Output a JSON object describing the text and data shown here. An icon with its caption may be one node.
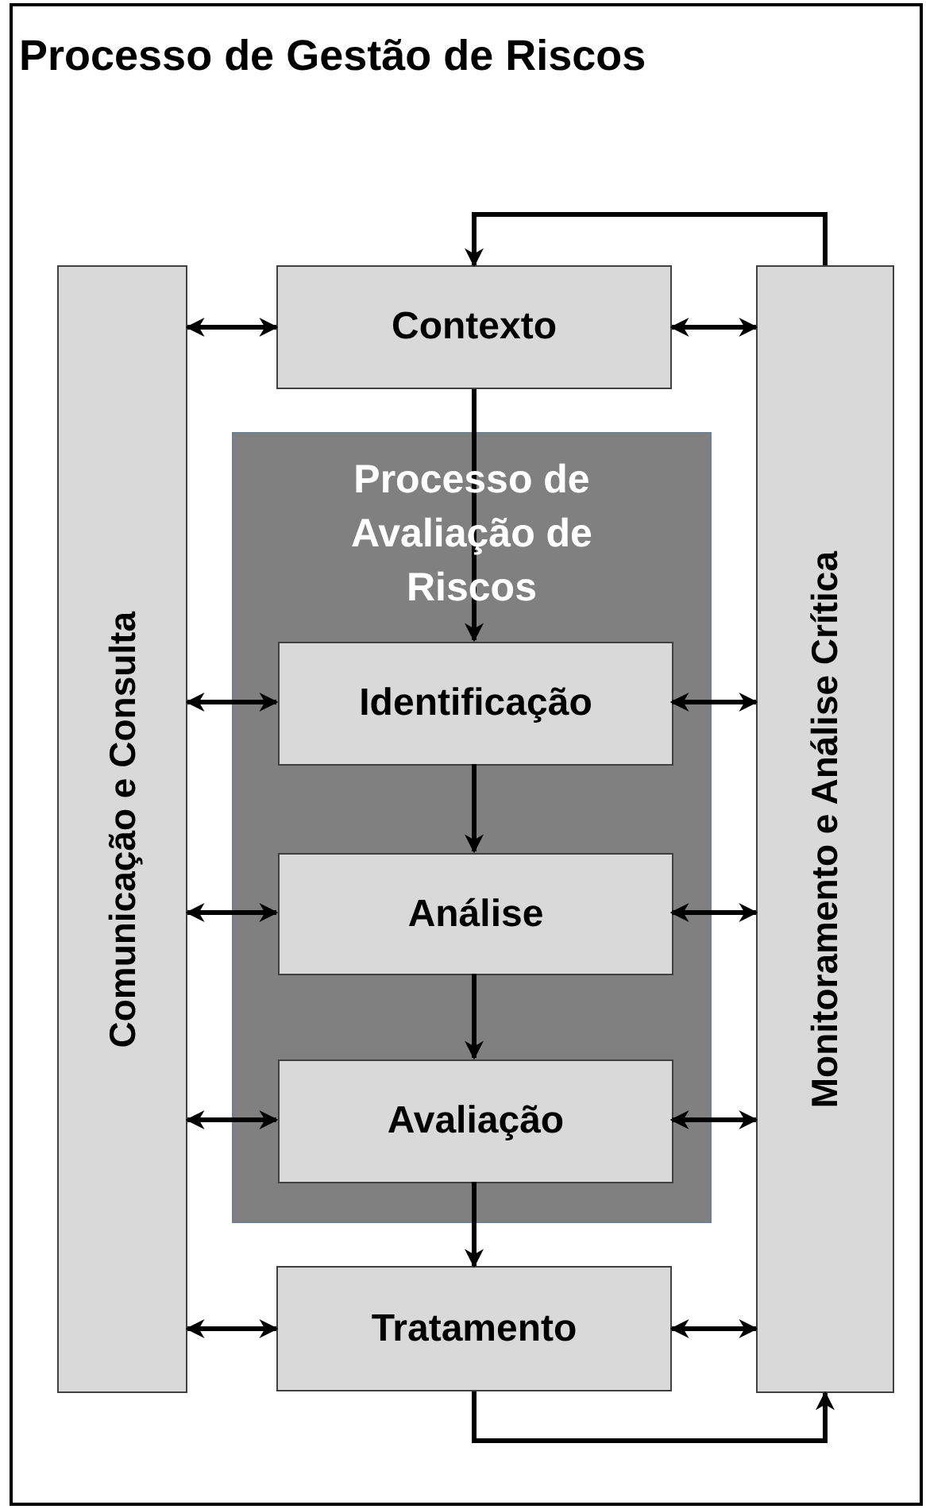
{
  "diagram": {
    "title": "Processo de Gestão de Riscos",
    "nodes": [
      {
        "text": [
          "Comunicação e Consulta"
        ]
      },
      {
        "text": [
          "Contexto"
        ]
      },
      {
        "text": [
          "Monitoramento e Análise Crítica"
        ]
      },
      {
        "text": [
          "Processo de Avaliação de Riscos"
        ]
      },
      {
        "text": [
          "Identificação"
        ],
        "in": 3
      },
      {
        "text": [
          "Análise"
        ],
        "in": 3
      },
      {
        "text": [
          "Avaliação"
        ],
        "in": 3
      },
      {
        "text": [
          "Tratamento"
        ]
      }
    ],
    "edges": [
      {
        "from": 0,
        "to": 1,
        "arrow": "both"
      },
      {
        "from": 1,
        "to": 2,
        "arrow": "both"
      },
      {
        "from": 2,
        "to": 1,
        "arrow": "to"
      },
      {
        "from": 1,
        "to": 4,
        "arrow": "to"
      },
      {
        "from": 0,
        "to": 4,
        "arrow": "both"
      },
      {
        "from": 4,
        "to": 2,
        "arrow": "both"
      },
      {
        "from": 4,
        "to": 5,
        "arrow": "to"
      },
      {
        "from": 0,
        "to": 5,
        "arrow": "both"
      },
      {
        "from": 5,
        "to": 2,
        "arrow": "both"
      },
      {
        "from": 5,
        "to": 6,
        "arrow": "to"
      },
      {
        "from": 0,
        "to": 6,
        "arrow": "both"
      },
      {
        "from": 6,
        "to": 2,
        "arrow": "both"
      },
      {
        "from": 6,
        "to": 7,
        "arrow": "to"
      },
      {
        "from": 0,
        "to": 7,
        "arrow": "both"
      },
      {
        "from": 7,
        "to": 2,
        "arrow": "both"
      },
      {
        "from": 7,
        "to": 2,
        "arrow": "to"
      }
    ]
  }
}
